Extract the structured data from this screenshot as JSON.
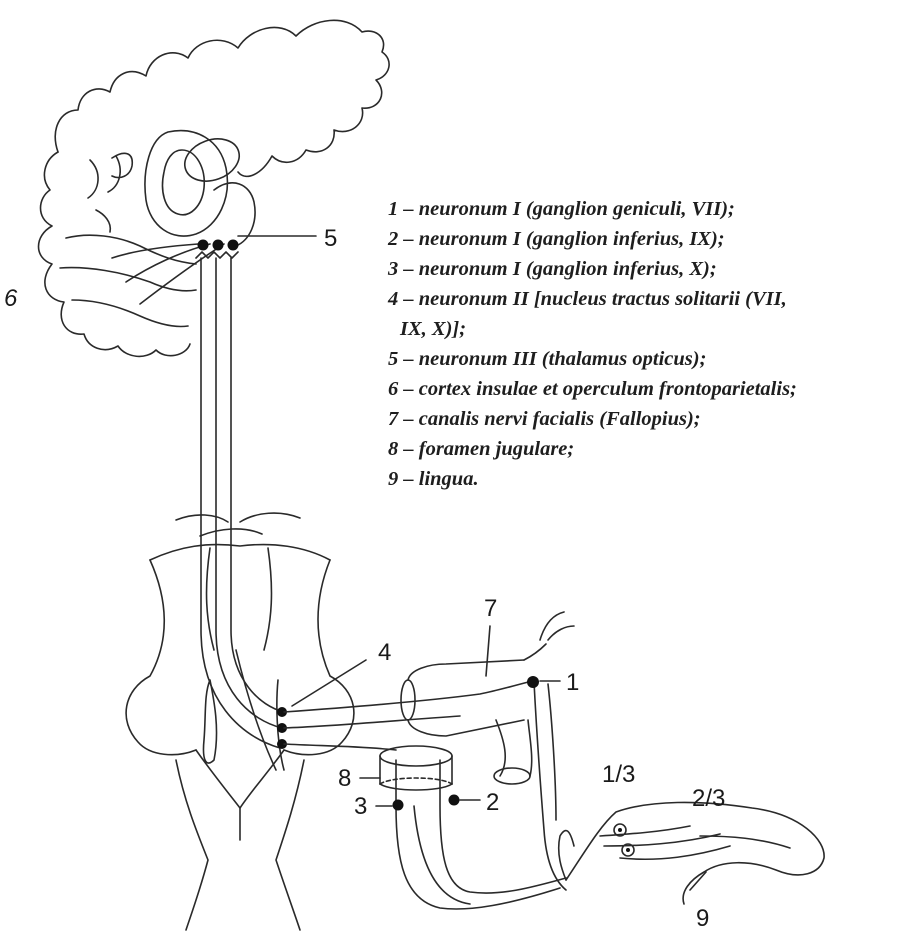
{
  "labels": {
    "n1": "1",
    "n2": "2",
    "n3": "3",
    "n4": "4",
    "n5": "5",
    "n6": "6",
    "n7": "7",
    "n8": "8",
    "n9": "9",
    "third1": "1/3",
    "third2": "2/3"
  },
  "legend": [
    {
      "text": "1 – neuronum I (ganglion geniculi, VII);"
    },
    {
      "text": "2 – neuronum I (ganglion inferius, IX);"
    },
    {
      "text": "3 – neuronum I (ganglion inferius, X);"
    },
    {
      "text": "4 – neuronum II [nucleus tractus solitarii (VII,",
      "cont": "IX, X)];"
    },
    {
      "text": "5 – neuronum III (thalamus opticus);"
    },
    {
      "text": "6 – cortex insulae et operculum frontoparietalis;"
    },
    {
      "text": "7 – canalis nervi facialis (Fallopius);"
    },
    {
      "text": "8 – foramen jugulare;"
    },
    {
      "text": "9 – lingua."
    }
  ]
}
